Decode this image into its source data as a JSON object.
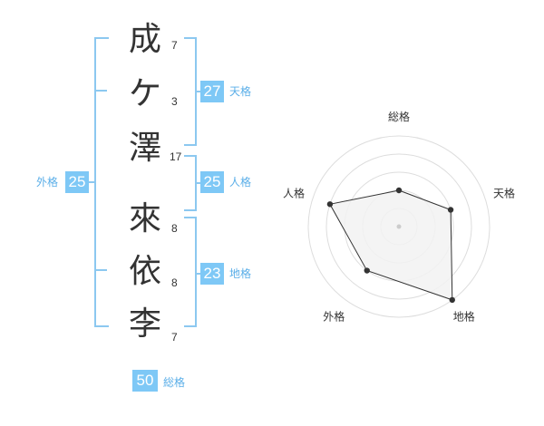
{
  "name_chars": [
    {
      "char": "成",
      "strokes": "7"
    },
    {
      "char": "ケ",
      "strokes": "3"
    },
    {
      "char": "澤",
      "strokes": "17"
    },
    {
      "char": "來",
      "strokes": "8"
    },
    {
      "char": "依",
      "strokes": "8"
    },
    {
      "char": "李",
      "strokes": "7"
    }
  ],
  "kaku": {
    "tenkaku": {
      "label": "天格",
      "value": "27"
    },
    "jinkaku": {
      "label": "人格",
      "value": "25"
    },
    "chikaku": {
      "label": "地格",
      "value": "23"
    },
    "gaikaku": {
      "label": "外格",
      "value": "25"
    },
    "soukaku": {
      "label": "総格",
      "value": "50"
    }
  },
  "radar": {
    "axes": [
      "総格",
      "天格",
      "地格",
      "外格",
      "人格"
    ],
    "levels": 5,
    "values": [
      2,
      3,
      5,
      3,
      4
    ],
    "max": 5,
    "colors": {
      "grid": "#dddddd",
      "fill": "#f2f2f2",
      "line": "#333333",
      "center": "#cccccc"
    }
  }
}
